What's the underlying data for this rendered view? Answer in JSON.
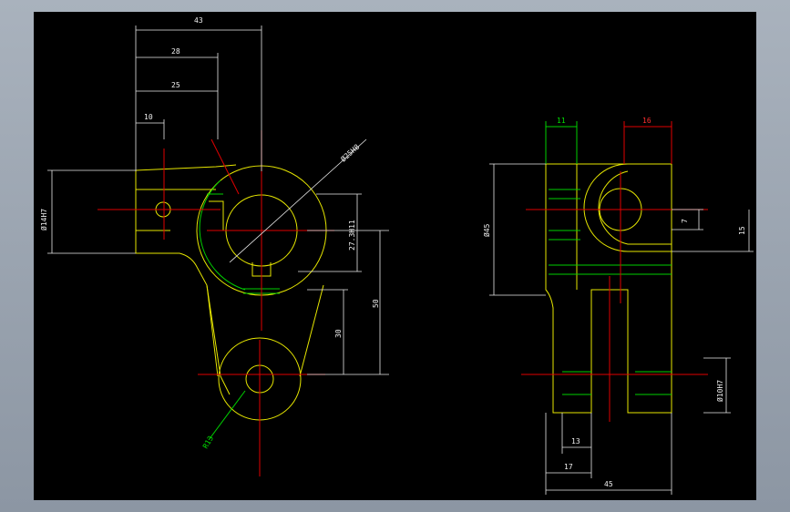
{
  "colors": {
    "background": "#000000",
    "frame": "#a9b2bd",
    "outline": "#e6e600",
    "center": "#e00000",
    "dimension": "#e8e8e8",
    "hidden": "#00d000"
  },
  "front_view": {
    "dim_43": "43",
    "dim_28": "28",
    "dim_25": "25",
    "dim_10": "10",
    "dim_d14": "Ø14H7",
    "dim_d25": "Ø25H8",
    "dim_27": "27.3H11",
    "dim_30": "30",
    "dim_50": "50",
    "dim_r13": "R13"
  },
  "side_view": {
    "dim_11": "11",
    "dim_16": "16",
    "dim_d45": "Ø45",
    "dim_7": "7",
    "dim_15": "15",
    "dim_d10": "Ø10H7",
    "dim_13": "13",
    "dim_17": "17",
    "dim_45": "45"
  }
}
